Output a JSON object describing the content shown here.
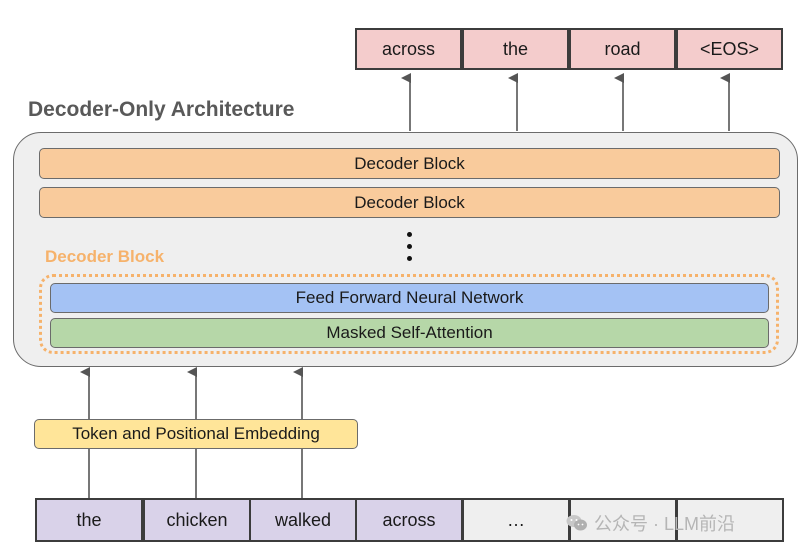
{
  "output_tokens": [
    "across",
    "the",
    "road",
    "<EOS>"
  ],
  "title": "Decoder-Only Architecture",
  "decoder_blocks": [
    "Decoder Block",
    "Decoder Block"
  ],
  "block_label": "Decoder Block",
  "ffn_label": "Feed Forward Neural Network",
  "attention_label": "Masked Self-Attention",
  "embedding_label": "Token and Positional Embedding",
  "input_tokens": [
    "the",
    "chicken",
    "walked",
    "across",
    "…",
    "",
    ""
  ],
  "watermark": "公众号 · LLM前沿",
  "icons": {
    "watermark": "wechat-icon"
  },
  "colors": {
    "output": "#f4cccc",
    "decoder_block": "#f9cb9c",
    "ffn": "#a4c2f4",
    "attention": "#b6d7a8",
    "embedding": "#ffe599",
    "input": "#d9d2e9",
    "block_label": "#f6b26b"
  }
}
